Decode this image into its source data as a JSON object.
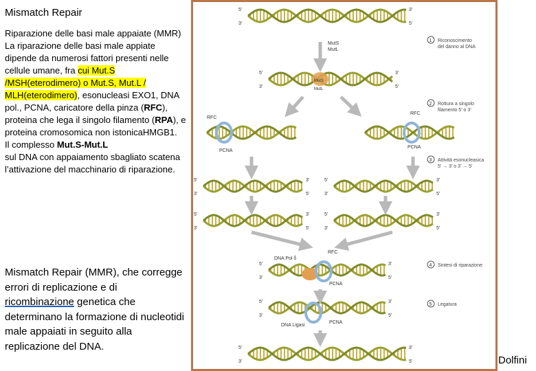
{
  "slide": {
    "title": "Mismatch Repair",
    "author": "Dolfini"
  },
  "text": {
    "heading": "Riparazione delle basi male appaiate (MMR)",
    "p1_a": "La riparazione delle basi male appiate dipende da numerosi fattori presenti nelle cellule umane, fra ",
    "p1_hl1": "cui Mut.S /MSH(eterodimero) o Mut.S, Mut.L / MLH(eterodimero)",
    "p1_b": ", esonucleasi EXO1, DNA pol., PCNA, caricatore della pinza (",
    "p1_rfc": "RFC",
    "p1_c": "), proteina che lega il singolo filamento (",
    "p1_rpa": "RPA",
    "p1_d": "), e proteina cromosomica non istonicaHMGB1.",
    "p2_a": "Il complesso ",
    "p2_b": "Mut.S-Mut.L",
    "p2_c": "sul DNA con appaiamento sbagliato scatena l’attivazione del macchinario di riparazione.",
    "lower_a": "Mismatch Repair (MMR), che corregge errori di replicazione e di ",
    "lower_link": "ricombinazione",
    "lower_b": " genetica che determinano la formazione di nucleotidi male appaiati in seguito alla replicazione del DNA."
  },
  "figure": {
    "labels": {
      "five_prime": "5’",
      "three_prime": "3’",
      "muts": "MutS",
      "mutl": "MutL",
      "rfc": "RFC",
      "pcna": "PCNA",
      "dna_pol": "DNA Pol δ",
      "dna_ligasi": "DNA Ligasi"
    },
    "steps": [
      {
        "num": "1",
        "text": [
          "Riconoscimento",
          "del danno al DNA"
        ]
      },
      {
        "num": "2",
        "text": [
          "Rottura a singolo",
          "filamento 5’ o 3’"
        ]
      },
      {
        "num": "3",
        "text": [
          "Attività esonucleasica",
          "5’ → 3’ o 3’ → 5’"
        ]
      },
      {
        "num": "4",
        "text": [
          "Sintesi di riparazione"
        ]
      },
      {
        "num": "5",
        "text": [
          "Legatura"
        ]
      }
    ],
    "colors": {
      "strand": "#9aa032",
      "rung": "#c6b24a",
      "arrow": "#b9b9b9",
      "ring": "#8fb4d8",
      "protein": "#e0a050",
      "border": "#b8764a"
    }
  }
}
